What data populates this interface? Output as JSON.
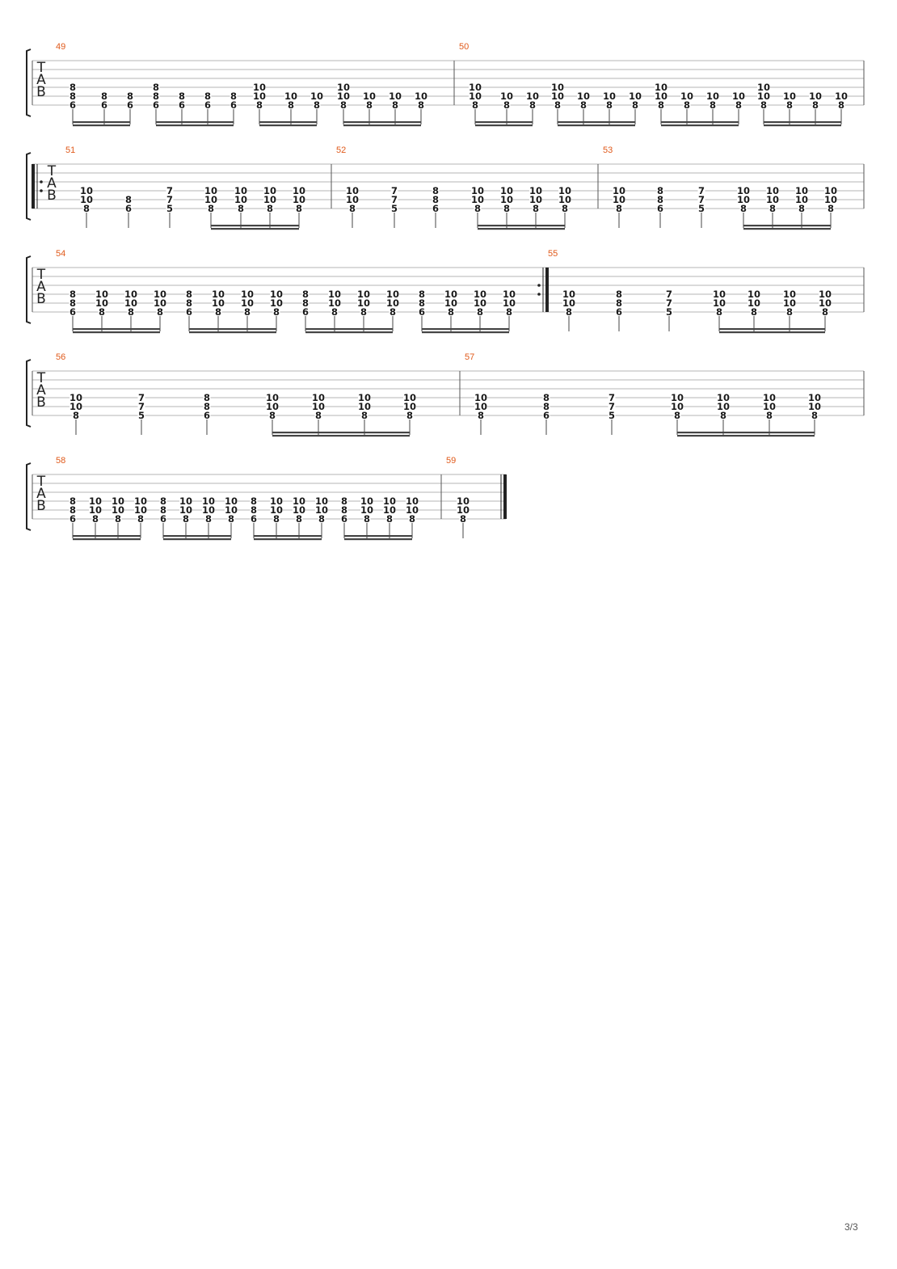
{
  "page_number": "3/3",
  "tab_clef": [
    "T",
    "A",
    "B"
  ],
  "systems": [
    {
      "measures": [
        {
          "number": "49",
          "groups": [
            [
              [
                "8",
                "8",
                "6"
              ],
              [
                "8",
                "6"
              ],
              [
                "8",
                "6"
              ]
            ],
            [
              [
                "8",
                "8",
                "6"
              ],
              [
                "8",
                "6"
              ],
              [
                "8",
                "6"
              ],
              [
                "8",
                "6"
              ]
            ],
            [
              [
                "10",
                "10",
                "8"
              ],
              [
                "10",
                "8"
              ],
              [
                "10",
                "8"
              ]
            ],
            [
              [
                "10",
                "10",
                "8"
              ],
              [
                "10",
                "8"
              ],
              [
                "10",
                "8"
              ],
              [
                "10",
                "8"
              ]
            ]
          ]
        },
        {
          "number": "50",
          "groups": [
            [
              [
                "10",
                "10",
                "8"
              ],
              [
                "10",
                "8"
              ],
              [
                "10",
                "8"
              ]
            ],
            [
              [
                "10",
                "10",
                "8"
              ],
              [
                "10",
                "8"
              ],
              [
                "10",
                "8"
              ],
              [
                "10",
                "8"
              ]
            ],
            [
              [
                "10",
                "10",
                "8"
              ],
              [
                "10",
                "8"
              ],
              [
                "10",
                "8"
              ],
              [
                "10",
                "8"
              ]
            ],
            [
              [
                "10",
                "10",
                "8"
              ],
              [
                "10",
                "8"
              ],
              [
                "10",
                "8"
              ],
              [
                "10",
                "8"
              ]
            ]
          ]
        }
      ]
    },
    {
      "measures": [
        {
          "number": "51",
          "repeat_start": true,
          "groups": [
            [
              [
                "10",
                "10",
                "8"
              ]
            ],
            [
              [
                "8",
                "6"
              ]
            ],
            [
              [
                "7",
                "7",
                "5"
              ]
            ],
            [
              [
                "10",
                "10",
                "8"
              ],
              [
                "10",
                "10",
                "8"
              ],
              [
                "10",
                "10",
                "8"
              ],
              [
                "10",
                "10",
                "8"
              ]
            ]
          ]
        },
        {
          "number": "52",
          "groups": [
            [
              [
                "10",
                "10",
                "8"
              ]
            ],
            [
              [
                "7",
                "7",
                "5"
              ]
            ],
            [
              [
                "8",
                "8",
                "6"
              ]
            ],
            [
              [
                "10",
                "10",
                "8"
              ],
              [
                "10",
                "10",
                "8"
              ],
              [
                "10",
                "10",
                "8"
              ],
              [
                "10",
                "10",
                "8"
              ]
            ]
          ]
        },
        {
          "number": "53",
          "groups": [
            [
              [
                "10",
                "10",
                "8"
              ]
            ],
            [
              [
                "8",
                "8",
                "6"
              ]
            ],
            [
              [
                "7",
                "7",
                "5"
              ]
            ],
            [
              [
                "10",
                "10",
                "8"
              ],
              [
                "10",
                "10",
                "8"
              ],
              [
                "10",
                "10",
                "8"
              ],
              [
                "10",
                "10",
                "8"
              ]
            ]
          ]
        }
      ]
    },
    {
      "measures": [
        {
          "number": "54",
          "repeat_end": true,
          "groups": [
            [
              [
                "8",
                "8",
                "6"
              ],
              [
                "10",
                "10",
                "8"
              ],
              [
                "10",
                "10",
                "8"
              ],
              [
                "10",
                "10",
                "8"
              ]
            ],
            [
              [
                "8",
                "8",
                "6"
              ],
              [
                "10",
                "10",
                "8"
              ],
              [
                "10",
                "10",
                "8"
              ],
              [
                "10",
                "10",
                "8"
              ]
            ],
            [
              [
                "8",
                "8",
                "6"
              ],
              [
                "10",
                "10",
                "8"
              ],
              [
                "10",
                "10",
                "8"
              ],
              [
                "10",
                "10",
                "8"
              ]
            ],
            [
              [
                "8",
                "8",
                "6"
              ],
              [
                "10",
                "10",
                "8"
              ],
              [
                "10",
                "10",
                "8"
              ],
              [
                "10",
                "10",
                "8"
              ]
            ]
          ]
        },
        {
          "number": "55",
          "groups": [
            [
              [
                "10",
                "10",
                "8"
              ]
            ],
            [
              [
                "8",
                "8",
                "6"
              ]
            ],
            [
              [
                "7",
                "7",
                "5"
              ]
            ],
            [
              [
                "10",
                "10",
                "8"
              ],
              [
                "10",
                "10",
                "8"
              ],
              [
                "10",
                "10",
                "8"
              ],
              [
                "10",
                "10",
                "8"
              ]
            ]
          ]
        }
      ]
    },
    {
      "measures": [
        {
          "number": "56",
          "groups": [
            [
              [
                "10",
                "10",
                "8"
              ]
            ],
            [
              [
                "7",
                "7",
                "5"
              ]
            ],
            [
              [
                "8",
                "8",
                "6"
              ]
            ],
            [
              [
                "10",
                "10",
                "8"
              ],
              [
                "10",
                "10",
                "8"
              ],
              [
                "10",
                "10",
                "8"
              ],
              [
                "10",
                "10",
                "8"
              ]
            ]
          ]
        },
        {
          "number": "57",
          "groups": [
            [
              [
                "10",
                "10",
                "8"
              ]
            ],
            [
              [
                "8",
                "8",
                "6"
              ]
            ],
            [
              [
                "7",
                "7",
                "5"
              ]
            ],
            [
              [
                "10",
                "10",
                "8"
              ],
              [
                "10",
                "10",
                "8"
              ],
              [
                "10",
                "10",
                "8"
              ],
              [
                "10",
                "10",
                "8"
              ]
            ]
          ]
        }
      ]
    },
    {
      "measures": [
        {
          "number": "58",
          "groups": [
            [
              [
                "8",
                "8",
                "6"
              ],
              [
                "10",
                "10",
                "8"
              ],
              [
                "10",
                "10",
                "8"
              ],
              [
                "10",
                "10",
                "8"
              ]
            ],
            [
              [
                "8",
                "8",
                "6"
              ],
              [
                "10",
                "10",
                "8"
              ],
              [
                "10",
                "10",
                "8"
              ],
              [
                "10",
                "10",
                "8"
              ]
            ],
            [
              [
                "8",
                "8",
                "6"
              ],
              [
                "10",
                "10",
                "8"
              ],
              [
                "10",
                "10",
                "8"
              ],
              [
                "10",
                "10",
                "8"
              ]
            ],
            [
              [
                "8",
                "8",
                "6"
              ],
              [
                "10",
                "10",
                "8"
              ],
              [
                "10",
                "10",
                "8"
              ],
              [
                "10",
                "10",
                "8"
              ]
            ]
          ]
        },
        {
          "number": "59",
          "final": true,
          "groups": [
            [
              [
                "10",
                "10",
                "8"
              ]
            ]
          ]
        }
      ]
    }
  ]
}
